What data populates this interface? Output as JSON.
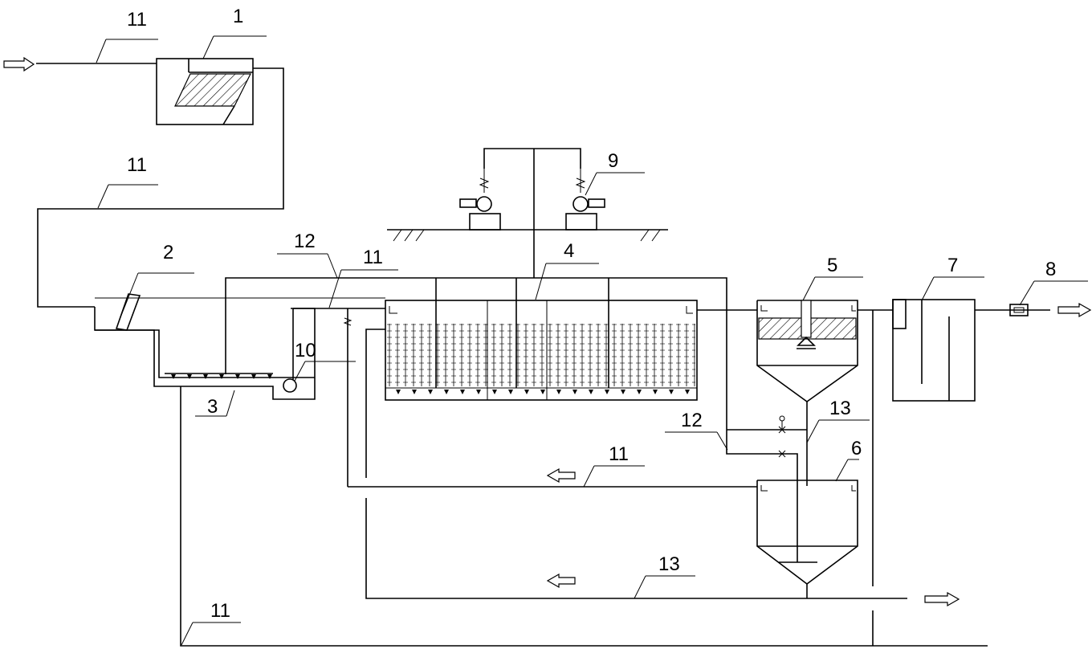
{
  "labels": {
    "n1": "1",
    "n2": "2",
    "n3": "3",
    "n4": "4",
    "n5": "5",
    "n6": "6",
    "n7": "7",
    "n8": "8",
    "n9": "9",
    "n10": "10",
    "n11_a": "11",
    "n11_b": "11",
    "n11_c": "11",
    "n11_d": "11",
    "n11_e": "11",
    "n12_a": "12",
    "n12_b": "12",
    "n13_a": "13",
    "n13_b": "13"
  }
}
